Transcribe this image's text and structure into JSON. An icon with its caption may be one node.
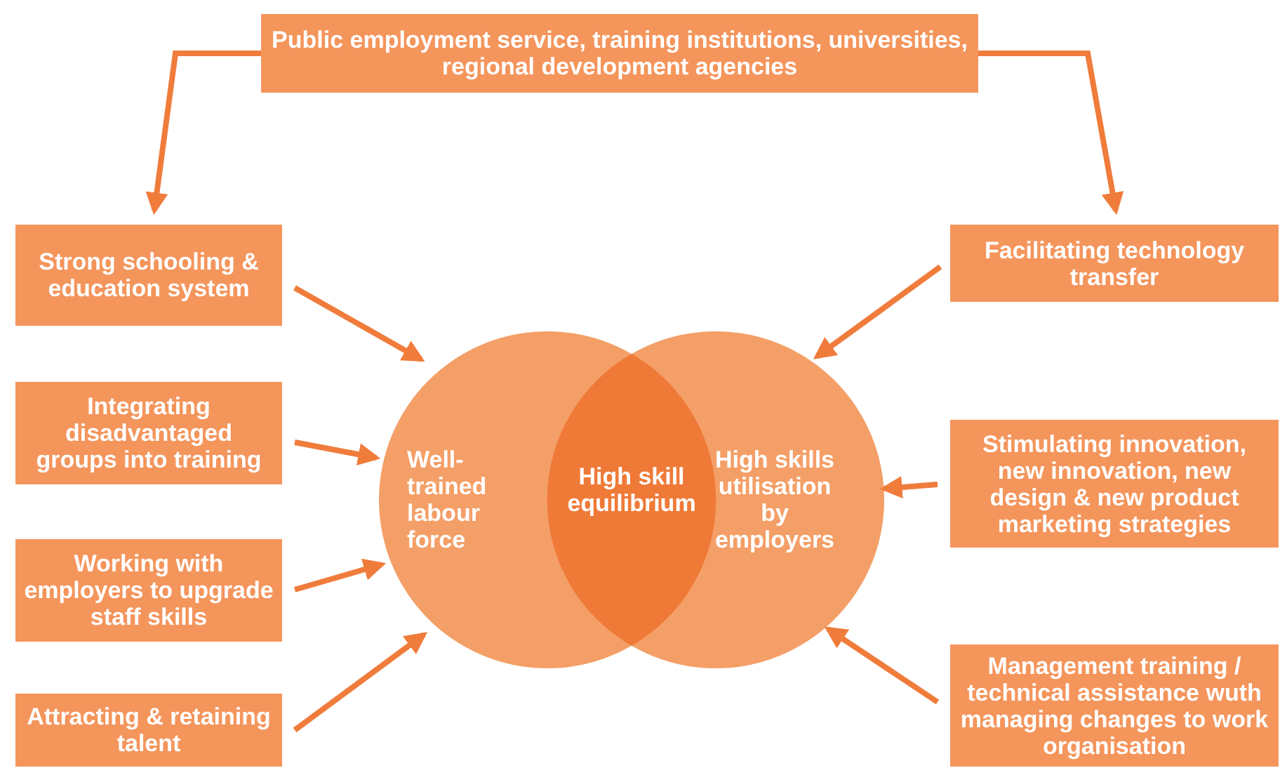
{
  "diagram": {
    "nodes": [
      {
        "text": [
          "Public employment service, training institutions, universities, regional development agencies"
        ]
      },
      {
        "text": [
          "Strong schooling & education system"
        ]
      },
      {
        "text": [
          "Integrating disadvantaged groups into training"
        ]
      },
      {
        "text": [
          "Working with employers to upgrade staff skills"
        ]
      },
      {
        "text": [
          "Attracting & retaining talent"
        ]
      },
      {
        "text": [
          "Facilitating technology transfer"
        ]
      },
      {
        "text": [
          "Stimulating innovation, new innovation, new design & new product marketing strategies"
        ]
      },
      {
        "text": [
          "Management training / technical assistance wuth managing changes to work organisation"
        ]
      },
      {
        "text": [
          "Well-trained labour force"
        ]
      },
      {
        "text": [
          "High skills utilisation by employers"
        ]
      },
      {
        "text": [
          "High skill equilibrium"
        ]
      }
    ],
    "edges": [
      {
        "from": 0,
        "to": 1,
        "arrow": "to"
      },
      {
        "from": 0,
        "to": 5,
        "arrow": "to"
      },
      {
        "from": 1,
        "to": 8,
        "arrow": "to"
      },
      {
        "from": 2,
        "to": 8,
        "arrow": "to"
      },
      {
        "from": 3,
        "to": 8,
        "arrow": "to"
      },
      {
        "from": 4,
        "to": 8,
        "arrow": "to"
      },
      {
        "from": 5,
        "to": 9,
        "arrow": "to"
      },
      {
        "from": 6,
        "to": 9,
        "arrow": "to"
      },
      {
        "from": 7,
        "to": 9,
        "arrow": "to"
      }
    ]
  }
}
